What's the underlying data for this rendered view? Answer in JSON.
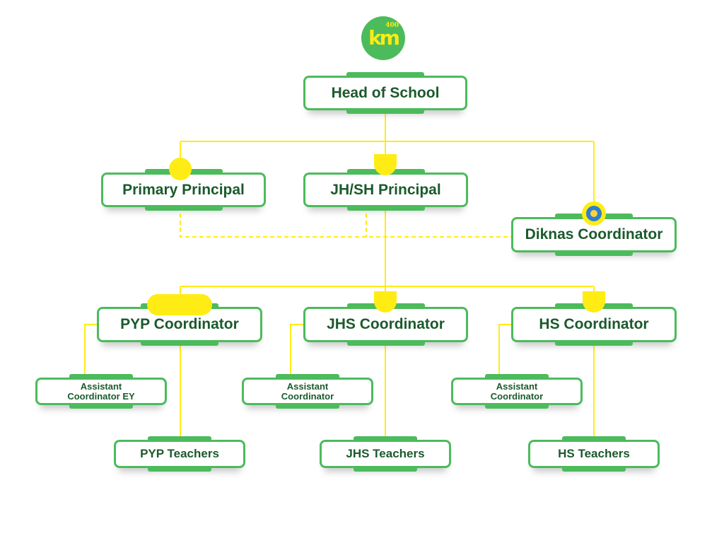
{
  "logo": {
    "text": "km",
    "superscript": "400"
  },
  "nodes": {
    "head_of_school": "Head of School",
    "primary_principal": "Primary Principal",
    "jhsh_principal": "JH/SH Principal",
    "diknas_coordinator": "Diknas Coordinator",
    "pyp_coordinator": "PYP Coordinator",
    "jhs_coordinator": "JHS Coordinator",
    "hs_coordinator": "HS Coordinator",
    "assistant_ey_line1": "Assistant",
    "assistant_ey_line2": "Coordinator EY",
    "assistant_jhs_line1": "Assistant",
    "assistant_jhs_line2": "Coordinator",
    "assistant_hs_line1": "Assistant",
    "assistant_hs_line2": "Coordinator",
    "pyp_teachers": "PYP Teachers",
    "jhs_teachers": "JHS Teachers",
    "hs_teachers": "HS Teachers"
  },
  "colors": {
    "border": "#4cbb5c",
    "text": "#1b5a2c",
    "connector": "#ffec14"
  }
}
